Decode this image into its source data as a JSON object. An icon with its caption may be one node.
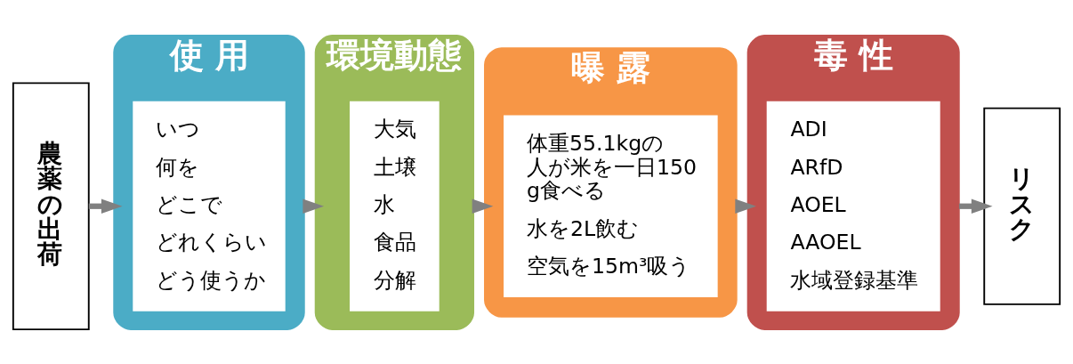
{
  "diagram": {
    "nodes": [
      {
        "text": [
          "農薬の出荷"
        ]
      },
      {
        "text": [
          "使 用"
        ]
      },
      {
        "text": [
          "いつ",
          "何を",
          "どこで",
          "どれくらい",
          "どう使うか"
        ],
        "in": 1
      },
      {
        "text": [
          "環境動態"
        ]
      },
      {
        "text": [
          "大気",
          "土壌",
          "水",
          "食品",
          "分解"
        ],
        "in": 3
      },
      {
        "text": [
          "曝 露"
        ]
      },
      {
        "text": [
          "体重55.1kgの人が米を一日150g食べる",
          "水を2L飲む",
          "空気を15m³吸う"
        ],
        "in": 5
      },
      {
        "text": [
          "毒 性"
        ]
      },
      {
        "text": [
          "ADI",
          "ARfD",
          "AOEL",
          "AAOEL",
          "水域登録基準"
        ],
        "in": 7
      },
      {
        "text": [
          "リスク"
        ]
      }
    ],
    "edges": [
      {
        "from": 0,
        "to": 1,
        "arrow": "to"
      },
      {
        "from": 1,
        "to": 3,
        "arrow": "to"
      },
      {
        "from": 3,
        "to": 5,
        "arrow": "to"
      },
      {
        "from": 5,
        "to": 7,
        "arrow": "to"
      },
      {
        "from": 7,
        "to": 9,
        "arrow": "to"
      }
    ]
  }
}
